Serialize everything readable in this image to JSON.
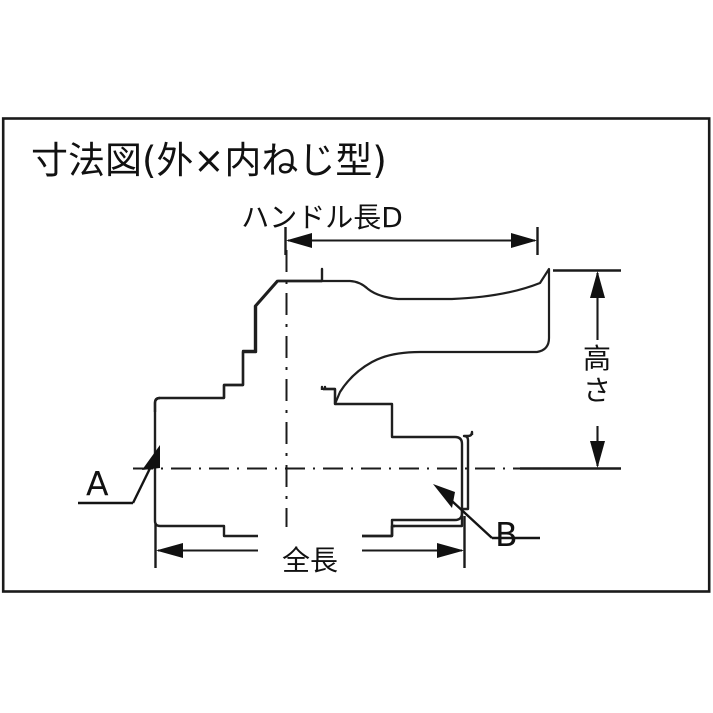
{
  "figure": {
    "title": "寸法図(外×内ねじ型)",
    "kind": "technical-dimension-drawing",
    "subject": "ball-valve-male-x-female-thread"
  },
  "frame": {
    "border_color": "#1a1a1a",
    "fill_color": "#ffffff",
    "page_background": "#ffffff"
  },
  "dimensions": {
    "handle_length": {
      "label": "ハンドル長D",
      "orientation": "horizontal",
      "position": "top"
    },
    "height": {
      "label": "高さ",
      "orientation": "vertical",
      "position": "right"
    },
    "overall_length": {
      "label": "全長",
      "orientation": "horizontal",
      "position": "bottom"
    }
  },
  "callouts": [
    {
      "label": "A",
      "points_to": "inlet-male-thread-end",
      "position": "left"
    },
    {
      "label": "B",
      "points_to": "outlet-female-thread-end",
      "position": "bottom-right"
    }
  ],
  "line_colors": {
    "outline": "#1f1f1f",
    "centerline": "#1b1b1b",
    "dimension": "#1a1a1a",
    "text": "#111111"
  }
}
